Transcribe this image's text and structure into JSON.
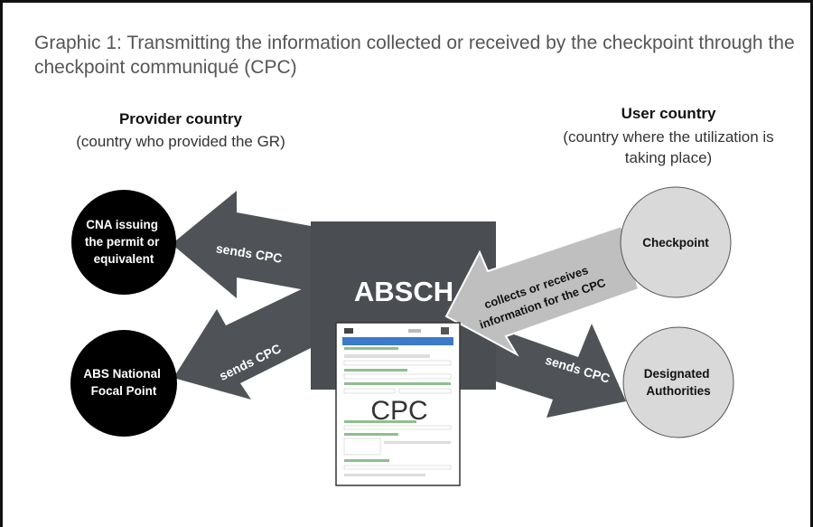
{
  "title": "Graphic 1: Transmitting the information collected or received by the checkpoint through the checkpoint communiqué (CPC)",
  "provider": {
    "heading": "Provider country",
    "subheading": "(country who provided the GR)"
  },
  "user": {
    "heading": "User country",
    "subheading_line1": "(country where the utilization is",
    "subheading_line2": "taking place)"
  },
  "nodes": {
    "cna": [
      "CNA issuing",
      "the permit or",
      "equivalent"
    ],
    "abs_nfp": [
      "ABS National",
      "Focal Point"
    ],
    "checkpoint": [
      "Checkpoint"
    ],
    "designated": [
      "Designated",
      "Authorities"
    ]
  },
  "center": {
    "label": "ABSCH",
    "document_label": "CPC"
  },
  "arrows": {
    "sends_top": "sends CPC",
    "sends_bottom": "sends CPC",
    "sends_right": "sends CPC",
    "collects_line1": "collects or receives",
    "collects_line2": "information for the CPC"
  },
  "colors": {
    "dark_box": "#4a4d52",
    "arrow_dark": "#4f5257",
    "arrow_light": "#bfbfbf",
    "black_node": "#000000",
    "light_node": "#d9d9d9",
    "doc_header": "#3b7ac9",
    "doc_lines": "#8fbf8f"
  },
  "icons": [
    "document-thumbnail-icon"
  ]
}
